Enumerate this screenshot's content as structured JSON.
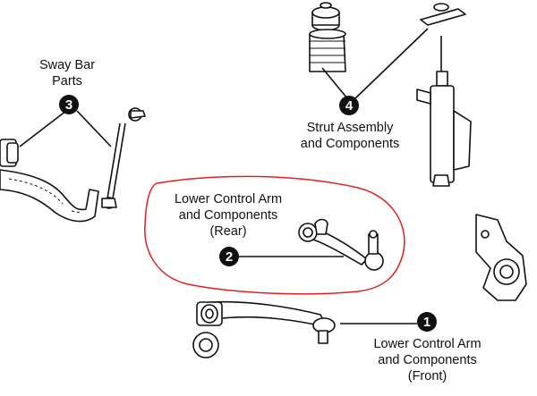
{
  "callouts": [
    {
      "number": "1",
      "lines": [
        "Lower Control Arm",
        "and Components",
        "(Front)"
      ]
    },
    {
      "number": "2",
      "lines": [
        "Lower Control Arm",
        "and Components",
        "(Rear)"
      ]
    },
    {
      "number": "3",
      "lines": [
        "Sway Bar",
        "Parts"
      ]
    },
    {
      "number": "4",
      "lines": [
        "Strut Assembly",
        "and Components"
      ]
    }
  ],
  "colors": {
    "highlight": "#e02020",
    "ink": "#111111",
    "background": "#ffffff"
  }
}
